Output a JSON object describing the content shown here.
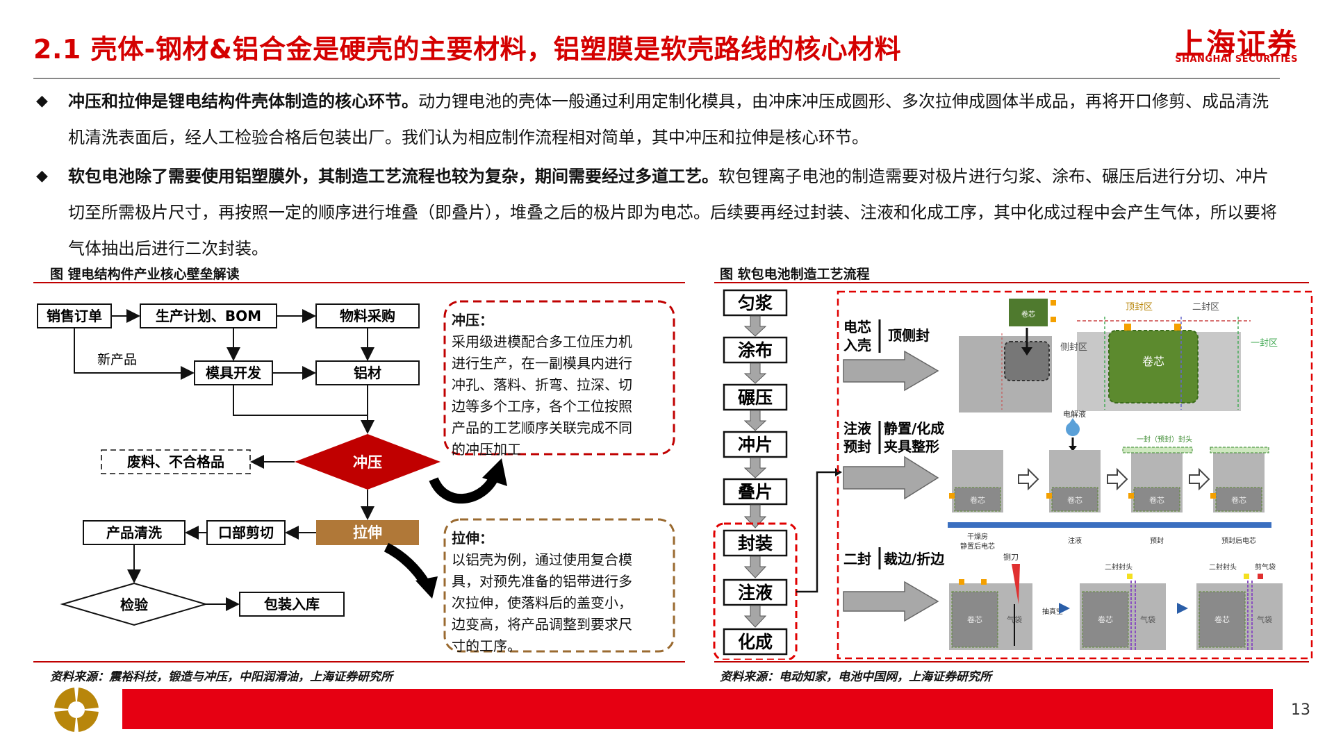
{
  "header": {
    "title": "2.1 壳体-钢材&铝合金是硬壳的主要材料，铝塑膜是软壳路线的核心材料",
    "logo_cn": "上海证券",
    "logo_en": "SHANGHAI SECURITIES"
  },
  "bullets": [
    {
      "bold": "冲压和拉伸是锂电结构件壳体制造的核心环节。",
      "text": "动力锂电池的壳体一般通过利用定制化模具，由冲床冲压成圆形、多次拉伸成圆体半成品，再将开口修剪、成品清洗机清洗表面后，经人工检验合格后包装出厂。我们认为相应制作流程相对简单，其中冲压和拉伸是核心环节。"
    },
    {
      "bold": "软包电池除了需要使用铝塑膜外，其制造工艺流程也较为复杂，期间需要经过多道工艺。",
      "text": "软包锂离子电池的制造需要对极片进行匀浆、涂布、碾压后进行分切、冲片切至所需极片尺寸，再按照一定的顺序进行堆叠（即叠片），堆叠之后的极片即为电芯。后续要再经过封装、注液和化成工序，其中化成过程中会产生气体，所以要将气体抽出后进行二次封装。"
    }
  ],
  "left_figure": {
    "caption": "图  锂电结构件产业核心壁垒解读",
    "nodes": {
      "sales_order": "销售订单",
      "production_plan": "生产计划、BOM",
      "procurement": "物料采购",
      "new_product": "新产品",
      "mold_dev": "模具开发",
      "aluminum": "铝材",
      "scrap": "废料、不合格品",
      "stamping": "冲压",
      "drawing": "拉伸",
      "product_clean": "产品清洗",
      "trim": "口部剪切",
      "inspection": "检验",
      "packing": "包装入库"
    },
    "callout_stamping": {
      "head": "冲压：",
      "lines": [
        "采用级进模配合多工位压力机",
        "进行生产，在一副模具内进行",
        "冲孔、落料、折弯、拉深、切",
        "边等多个工序，各个工位按照",
        "产品的工艺顺序关联完成不同",
        "的冲压加工"
      ]
    },
    "callout_drawing": {
      "head": "拉伸：",
      "lines": [
        "以铝壳为例，通过使用复合模",
        "具，对预先准备的铝带进行多",
        "次拉伸，使落料后的盖变小，",
        "边变高，将产品调整到要求尺",
        "寸的工序。"
      ]
    },
    "source": "资料来源：震裕科技，锻造与冲压，中阳润滑油，上海证券研究所"
  },
  "right_figure": {
    "caption": "图  软包电池制造工艺流程",
    "steps": [
      "匀浆",
      "涂布",
      "碾压",
      "冲片",
      "叠片",
      "封装",
      "注液",
      "化成"
    ],
    "stage1": {
      "left": [
        "电芯",
        "入壳"
      ],
      "right": "顶侧封"
    },
    "stage2": {
      "left": [
        "注液",
        "预封"
      ],
      "right": [
        "静置/化成",
        "夹具整形"
      ]
    },
    "stage3": {
      "left": "二封",
      "right": "裁边/折边"
    },
    "img1_labels": {
      "cell": "卷芯",
      "top_seal": "顶封区",
      "second_seal": "二封区",
      "side_seal": "侧封区",
      "first_seal": "一封区",
      "tiny": "卷芯"
    },
    "img2_labels": {
      "electrolyte": "电解液",
      "preseal": "一封（预封）封头",
      "cell": "卷芯",
      "steps": [
        "干燥房\n静置后电芯",
        "注液",
        "预封",
        "预封后电芯"
      ]
    },
    "img3_labels": {
      "knife": "铡刀",
      "vacuum": "抽真空",
      "seal_head": "二封封头",
      "gas_bag": "剪气袋",
      "cell": "卷芯",
      "gas": "气袋"
    },
    "source": "资料来源：电动知家，电池中国网，上海证券研究所"
  },
  "footer": {
    "page": "13"
  },
  "colors": {
    "brand_red": "#d40000",
    "stamp_red": "#c00000",
    "draw_brown": "#b07838",
    "footer_red": "#e60012"
  }
}
